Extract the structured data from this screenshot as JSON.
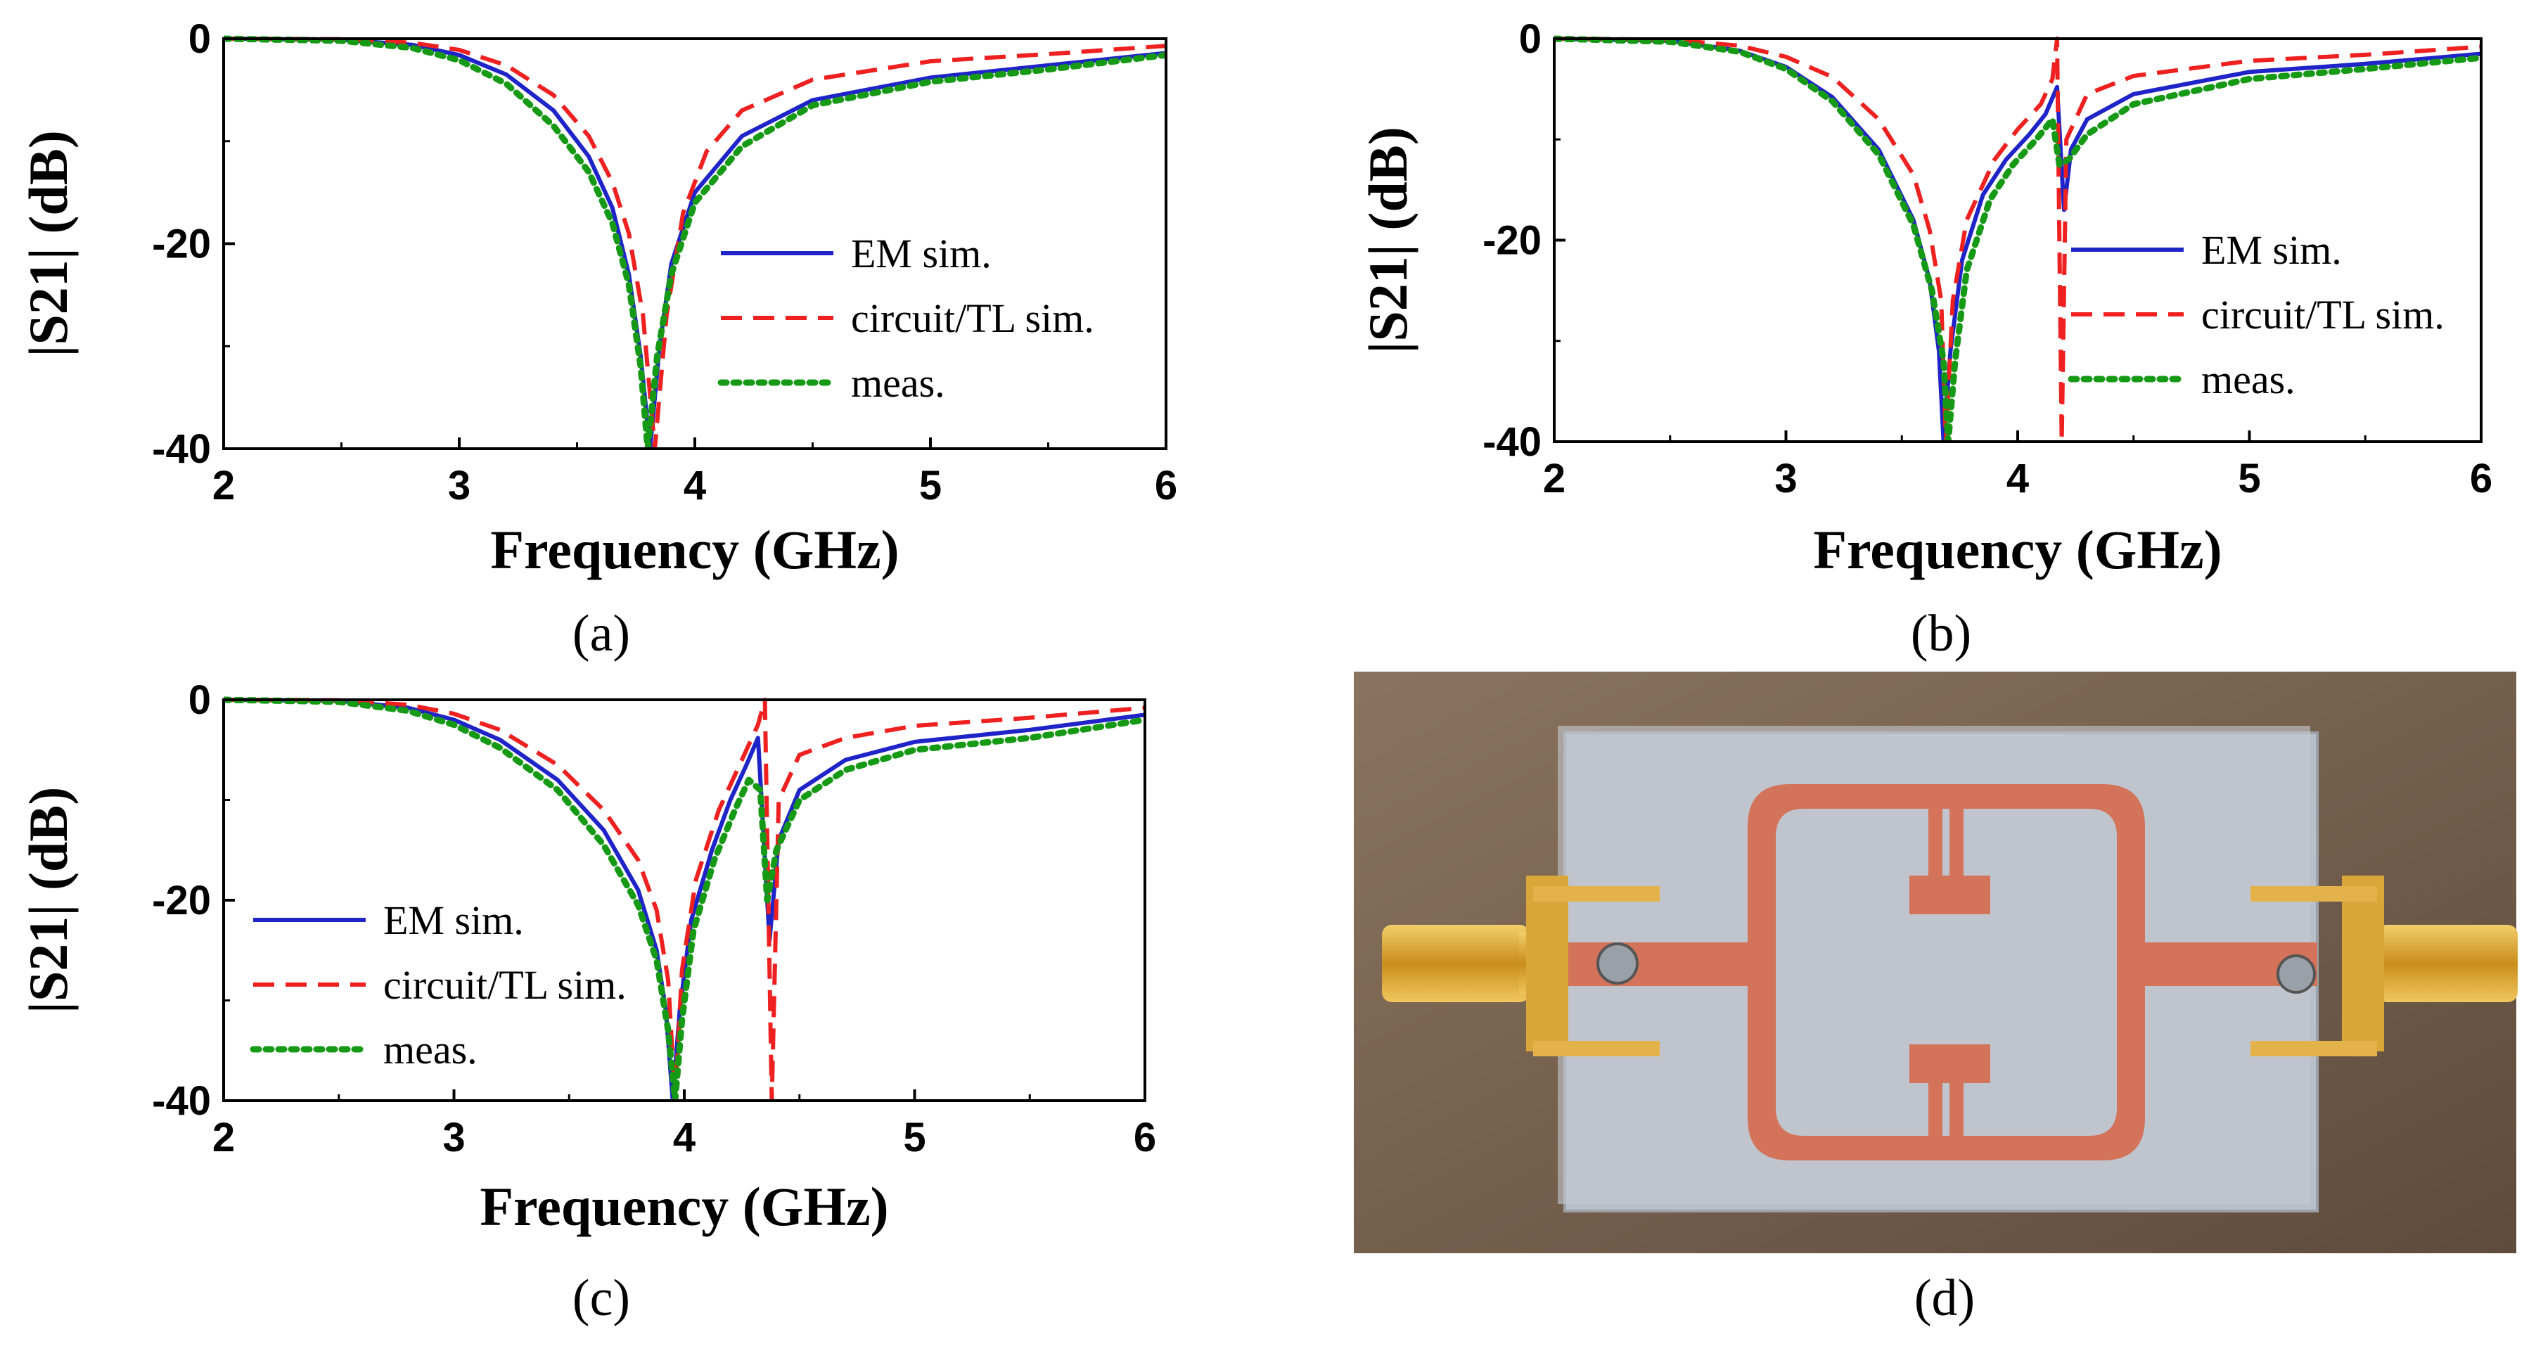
{
  "legend": {
    "em": "EM sim.",
    "circuit": "circuit/TL sim.",
    "meas": "meas."
  },
  "colors": {
    "em": "#1f24c8",
    "circuit": "#ee2020",
    "meas": "#169a16"
  },
  "chart_data": [
    {
      "panel": "(a)",
      "type": "line",
      "xlabel": "Frequency (GHz)",
      "ylabel": "|S21| (dB)",
      "xlim": [
        2,
        6
      ],
      "ylim": [
        -40,
        0
      ],
      "x_ticks": [
        "2",
        "3",
        "4",
        "5",
        "6"
      ],
      "y_ticks": [
        "0",
        "-20",
        "-40"
      ],
      "series": [
        {
          "name": "EM sim.",
          "key": "em",
          "points": [
            [
              2,
              0
            ],
            [
              2.5,
              -0.1
            ],
            [
              2.8,
              -0.6
            ],
            [
              3.0,
              -1.6
            ],
            [
              3.2,
              -3.5
            ],
            [
              3.4,
              -7
            ],
            [
              3.55,
              -11.5
            ],
            [
              3.65,
              -16.5
            ],
            [
              3.72,
              -23
            ],
            [
              3.77,
              -31
            ],
            [
              3.81,
              -40
            ],
            [
              3.85,
              -30
            ],
            [
              3.9,
              -22
            ],
            [
              4.0,
              -15
            ],
            [
              4.2,
              -9.5
            ],
            [
              4.5,
              -6
            ],
            [
              5.0,
              -3.8
            ],
            [
              5.5,
              -2.6
            ],
            [
              6.0,
              -1.4
            ]
          ]
        },
        {
          "name": "circuit/TL sim.",
          "key": "circuit",
          "points": [
            [
              2,
              0
            ],
            [
              2.5,
              -0.05
            ],
            [
              2.8,
              -0.4
            ],
            [
              3.0,
              -1.1
            ],
            [
              3.2,
              -2.6
            ],
            [
              3.4,
              -5.5
            ],
            [
              3.55,
              -9.5
            ],
            [
              3.65,
              -14
            ],
            [
              3.72,
              -19
            ],
            [
              3.78,
              -27
            ],
            [
              3.83,
              -40
            ],
            [
              3.88,
              -27
            ],
            [
              3.95,
              -17
            ],
            [
              4.05,
              -11
            ],
            [
              4.2,
              -7
            ],
            [
              4.5,
              -4
            ],
            [
              5.0,
              -2.2
            ],
            [
              5.5,
              -1.5
            ],
            [
              6.0,
              -0.7
            ]
          ]
        },
        {
          "name": "meas.",
          "key": "meas",
          "points": [
            [
              2,
              0
            ],
            [
              2.5,
              -0.2
            ],
            [
              2.8,
              -0.9
            ],
            [
              3.0,
              -2.1
            ],
            [
              3.2,
              -4.4
            ],
            [
              3.4,
              -8.5
            ],
            [
              3.55,
              -13
            ],
            [
              3.65,
              -18
            ],
            [
              3.72,
              -24
            ],
            [
              3.77,
              -32
            ],
            [
              3.8,
              -40
            ],
            [
              3.84,
              -31
            ],
            [
              3.9,
              -23
            ],
            [
              4.0,
              -16
            ],
            [
              4.2,
              -10.5
            ],
            [
              4.5,
              -6.5
            ],
            [
              5.0,
              -4.2
            ],
            [
              5.5,
              -3.0
            ],
            [
              6.0,
              -1.6
            ]
          ]
        }
      ]
    },
    {
      "panel": "(b)",
      "type": "line",
      "xlabel": "Frequency (GHz)",
      "ylabel": "|S21| (dB)",
      "xlim": [
        2,
        6
      ],
      "ylim": [
        -40,
        0
      ],
      "x_ticks": [
        "2",
        "3",
        "4",
        "5",
        "6"
      ],
      "y_ticks": [
        "0",
        "-20",
        "-40"
      ],
      "series": [
        {
          "name": "EM sim.",
          "key": "em",
          "points": [
            [
              2,
              0
            ],
            [
              2.5,
              -0.2
            ],
            [
              2.8,
              -1.2
            ],
            [
              3.0,
              -2.8
            ],
            [
              3.2,
              -5.8
            ],
            [
              3.4,
              -11
            ],
            [
              3.55,
              -18
            ],
            [
              3.62,
              -24
            ],
            [
              3.66,
              -31
            ],
            [
              3.68,
              -40
            ],
            [
              3.71,
              -31
            ],
            [
              3.76,
              -22
            ],
            [
              3.85,
              -15.5
            ],
            [
              3.95,
              -12
            ],
            [
              4.05,
              -9.5
            ],
            [
              4.12,
              -7.5
            ],
            [
              4.17,
              -4.8
            ],
            [
              4.2,
              -17
            ],
            [
              4.23,
              -11
            ],
            [
              4.3,
              -8
            ],
            [
              4.5,
              -5.5
            ],
            [
              5.0,
              -3.3
            ],
            [
              5.5,
              -2.5
            ],
            [
              6.0,
              -1.5
            ]
          ]
        },
        {
          "name": "circuit/TL sim.",
          "key": "circuit",
          "points": [
            [
              2,
              0
            ],
            [
              2.5,
              -0.1
            ],
            [
              2.8,
              -0.7
            ],
            [
              3.0,
              -1.8
            ],
            [
              3.2,
              -3.8
            ],
            [
              3.4,
              -8
            ],
            [
              3.55,
              -13.5
            ],
            [
              3.62,
              -19
            ],
            [
              3.67,
              -26
            ],
            [
              3.69,
              -40
            ],
            [
              3.72,
              -26
            ],
            [
              3.78,
              -18
            ],
            [
              3.9,
              -12
            ],
            [
              4.0,
              -9
            ],
            [
              4.1,
              -6.5
            ],
            [
              4.15,
              -4
            ],
            [
              4.17,
              0
            ],
            [
              4.19,
              -40
            ],
            [
              4.21,
              -10
            ],
            [
              4.3,
              -5.5
            ],
            [
              4.5,
              -3.7
            ],
            [
              5.0,
              -2.2
            ],
            [
              5.5,
              -1.6
            ],
            [
              6.0,
              -0.8
            ]
          ]
        },
        {
          "name": "meas.",
          "key": "meas",
          "points": [
            [
              2,
              0
            ],
            [
              2.5,
              -0.3
            ],
            [
              2.8,
              -1.3
            ],
            [
              3.0,
              -3
            ],
            [
              3.2,
              -6.2
            ],
            [
              3.4,
              -11.5
            ],
            [
              3.55,
              -18.5
            ],
            [
              3.63,
              -25
            ],
            [
              3.68,
              -32
            ],
            [
              3.7,
              -40
            ],
            [
              3.73,
              -32
            ],
            [
              3.78,
              -23
            ],
            [
              3.88,
              -16
            ],
            [
              3.98,
              -12.5
            ],
            [
              4.08,
              -10
            ],
            [
              4.15,
              -8
            ],
            [
              4.18,
              -12.5
            ],
            [
              4.22,
              -12
            ],
            [
              4.3,
              -9.5
            ],
            [
              4.5,
              -6.5
            ],
            [
              5.0,
              -4
            ],
            [
              5.5,
              -3
            ],
            [
              6.0,
              -1.9
            ]
          ]
        }
      ]
    },
    {
      "panel": "(c)",
      "type": "line",
      "xlabel": "Frequency (GHz)",
      "ylabel": "|S21| (dB)",
      "xlim": [
        2,
        6
      ],
      "ylim": [
        -40,
        0
      ],
      "x_ticks": [
        "2",
        "3",
        "4",
        "5",
        "6"
      ],
      "y_ticks": [
        "0",
        "-20",
        "-40"
      ],
      "series": [
        {
          "name": "EM sim.",
          "key": "em",
          "points": [
            [
              2,
              0
            ],
            [
              2.5,
              -0.1
            ],
            [
              2.8,
              -0.8
            ],
            [
              3.0,
              -2
            ],
            [
              3.2,
              -4
            ],
            [
              3.45,
              -8
            ],
            [
              3.65,
              -13
            ],
            [
              3.8,
              -19
            ],
            [
              3.88,
              -25
            ],
            [
              3.92,
              -31
            ],
            [
              3.95,
              -40
            ],
            [
              3.98,
              -31
            ],
            [
              4.03,
              -22
            ],
            [
              4.12,
              -15
            ],
            [
              4.2,
              -10
            ],
            [
              4.27,
              -6.5
            ],
            [
              4.32,
              -3.8
            ],
            [
              4.37,
              -24
            ],
            [
              4.41,
              -14
            ],
            [
              4.5,
              -9
            ],
            [
              4.7,
              -6
            ],
            [
              5.0,
              -4.2
            ],
            [
              5.5,
              -3
            ],
            [
              6.0,
              -1.5
            ]
          ]
        },
        {
          "name": "circuit/TL sim.",
          "key": "circuit",
          "points": [
            [
              2,
              0
            ],
            [
              2.5,
              -0.05
            ],
            [
              2.8,
              -0.5
            ],
            [
              3.0,
              -1.4
            ],
            [
              3.2,
              -3
            ],
            [
              3.45,
              -6.5
            ],
            [
              3.65,
              -11
            ],
            [
              3.8,
              -16
            ],
            [
              3.88,
              -21
            ],
            [
              3.93,
              -28
            ],
            [
              3.96,
              -40
            ],
            [
              3.99,
              -27
            ],
            [
              4.05,
              -18
            ],
            [
              4.15,
              -11
            ],
            [
              4.25,
              -6
            ],
            [
              4.32,
              -2.5
            ],
            [
              4.35,
              0
            ],
            [
              4.38,
              -40
            ],
            [
              4.41,
              -10
            ],
            [
              4.5,
              -5.5
            ],
            [
              4.7,
              -3.8
            ],
            [
              5.0,
              -2.6
            ],
            [
              5.5,
              -1.8
            ],
            [
              6.0,
              -0.8
            ]
          ]
        },
        {
          "name": "meas.",
          "key": "meas",
          "points": [
            [
              2,
              0
            ],
            [
              2.5,
              -0.2
            ],
            [
              2.8,
              -1.1
            ],
            [
              3.0,
              -2.5
            ],
            [
              3.2,
              -4.8
            ],
            [
              3.45,
              -9
            ],
            [
              3.65,
              -14.5
            ],
            [
              3.8,
              -20.5
            ],
            [
              3.88,
              -26
            ],
            [
              3.93,
              -33
            ],
            [
              3.96,
              -40
            ],
            [
              3.99,
              -32
            ],
            [
              4.04,
              -23
            ],
            [
              4.13,
              -16
            ],
            [
              4.22,
              -11
            ],
            [
              4.28,
              -8
            ],
            [
              4.33,
              -9
            ],
            [
              4.36,
              -20
            ],
            [
              4.4,
              -15
            ],
            [
              4.5,
              -10
            ],
            [
              4.7,
              -7
            ],
            [
              5.0,
              -5
            ],
            [
              5.5,
              -3.8
            ],
            [
              6.0,
              -2
            ]
          ]
        }
      ]
    }
  ],
  "photo": {
    "panel": "(d)",
    "colors": {
      "background": "#7a6552",
      "board": "#b9bfc7",
      "trace": "#d2735a",
      "connector": "#d9a63a"
    }
  }
}
